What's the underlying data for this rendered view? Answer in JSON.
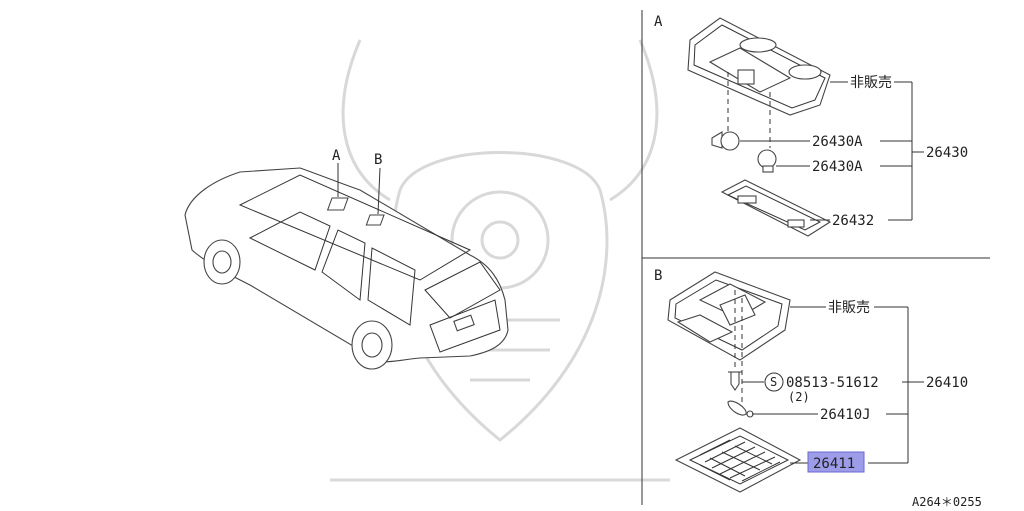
{
  "figure_code": "A264＊0255",
  "car": {
    "callout_a": "A",
    "callout_b": "B"
  },
  "panel_a": {
    "label": "A",
    "callout_not_sold": "非販売",
    "bulb_1": "26430A",
    "bulb_2": "26430A",
    "assembly": "26430",
    "lens": "26432"
  },
  "panel_b": {
    "label": "B",
    "callout_not_sold": "非販売",
    "screw_circle_mark": "S",
    "screw_part": "08513-51612",
    "screw_qty": "(2)",
    "assembly": "26410",
    "bulb": "26410J",
    "lens_highlighted": "26411"
  },
  "colors": {
    "highlight": "#9c9ce8",
    "line": "#333333"
  }
}
